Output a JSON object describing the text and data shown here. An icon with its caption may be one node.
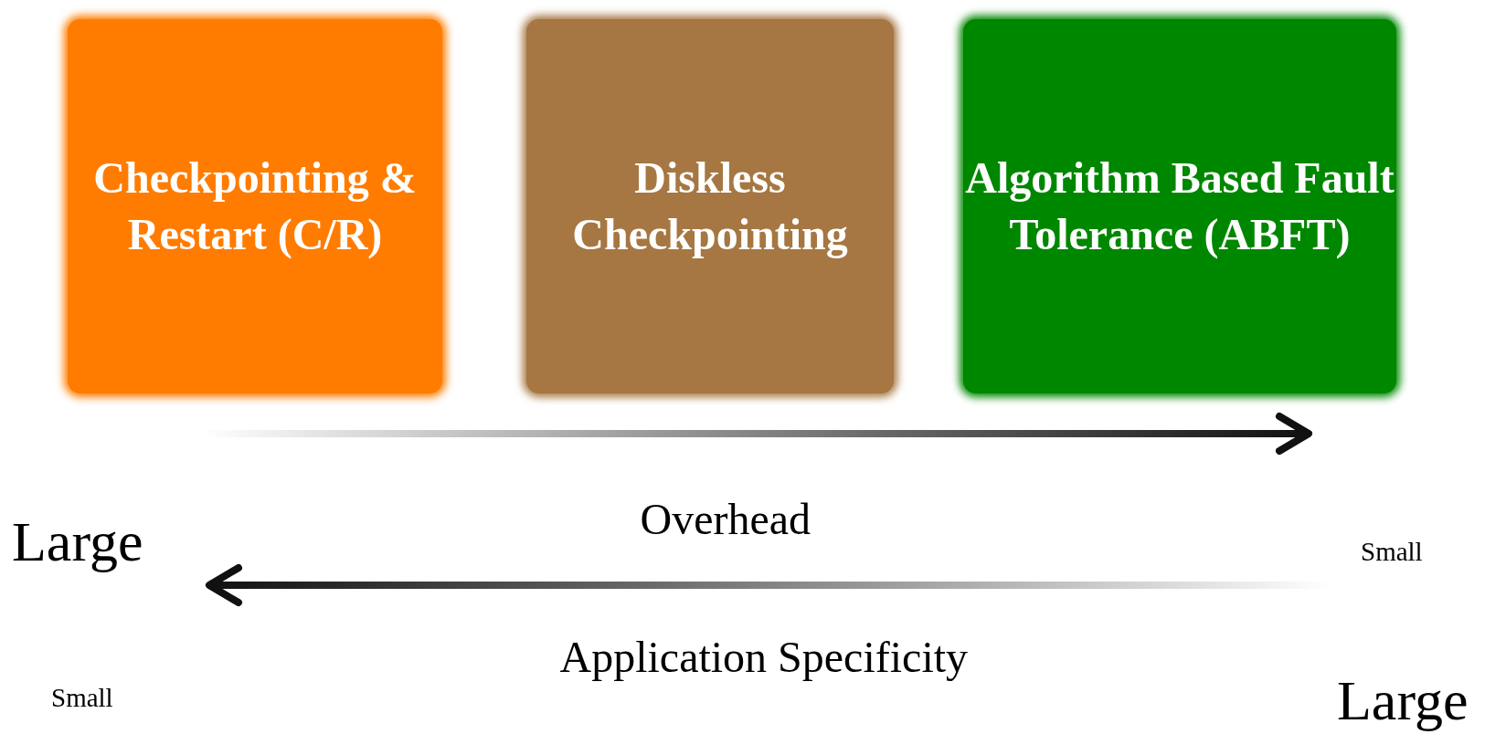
{
  "diagram": {
    "nodes": [
      {
        "text": [
          "Checkpointing & Restart (C/R)"
        ]
      },
      {
        "text": [
          "Diskless Checkpointing"
        ]
      },
      {
        "text": [
          "Algorithm Based Fault Tolerance (ABFT)"
        ]
      }
    ],
    "labels": [
      "Overhead",
      "Large",
      "Small",
      "Application Specificity",
      "Small",
      "Large"
    ]
  }
}
